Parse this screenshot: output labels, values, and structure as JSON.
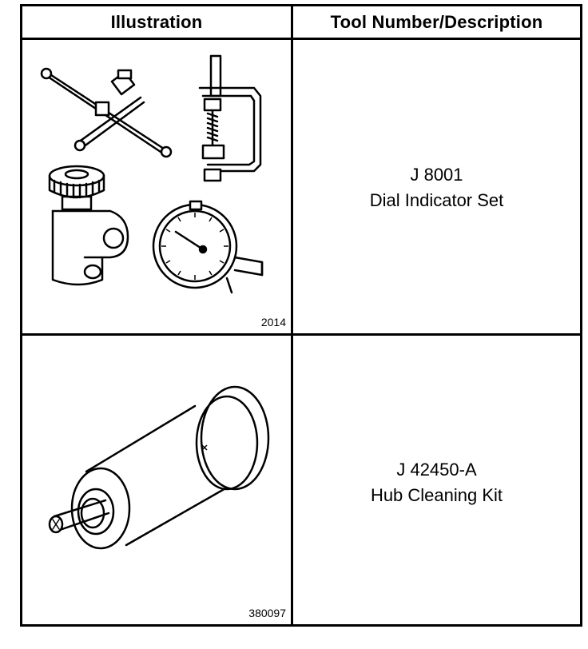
{
  "table": {
    "headers": {
      "illustration": "Illustration",
      "description": "Tool Number/Description"
    },
    "rows": [
      {
        "tool_number": "J 8001",
        "description": "Dial Indicator Set",
        "figure_number": "2014"
      },
      {
        "tool_number": "J 42450-A",
        "description": "Hub Cleaning Kit",
        "figure_number": "380097"
      }
    ]
  }
}
